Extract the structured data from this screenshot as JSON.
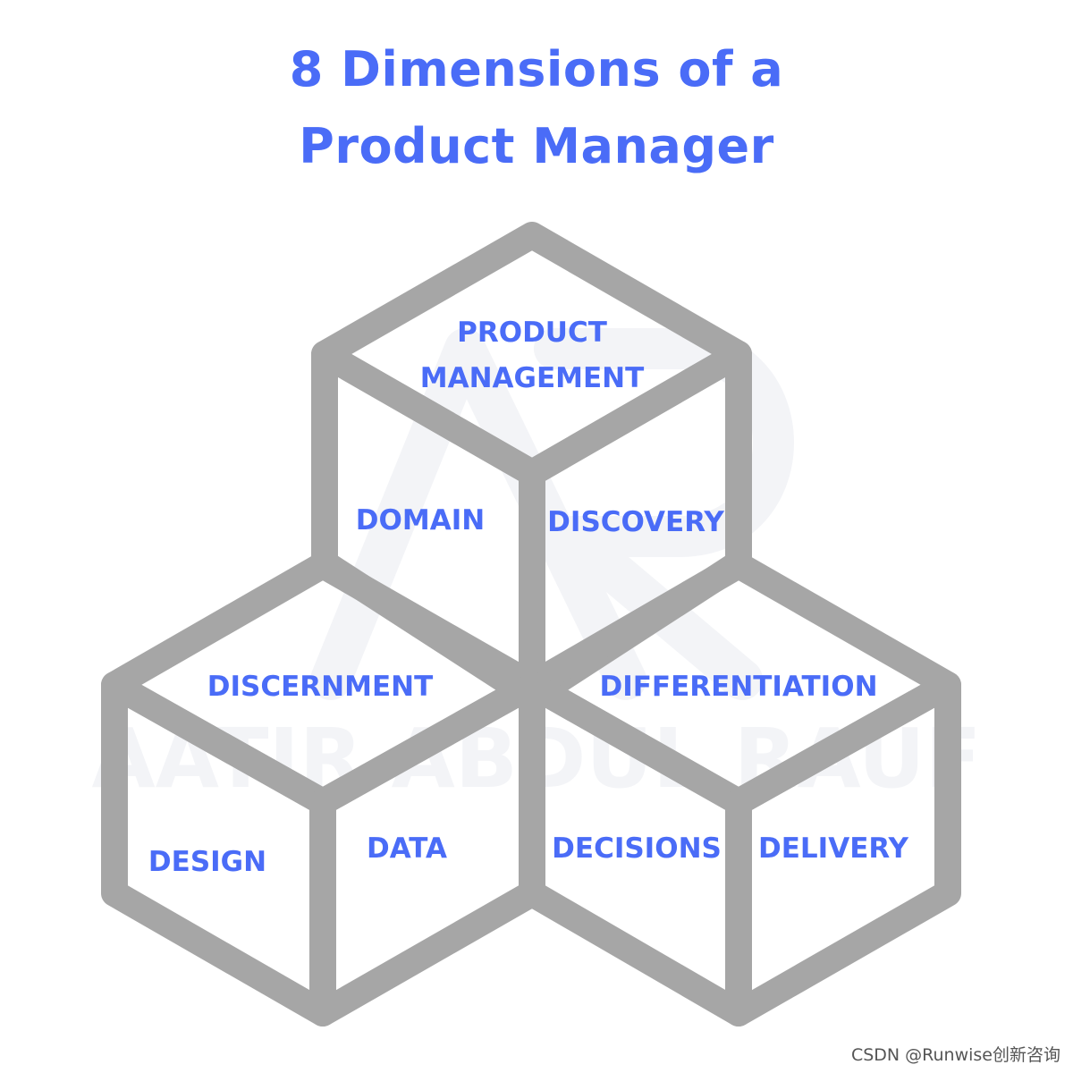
{
  "title": {
    "line1": "8 Dimensions of a",
    "line2": "Product Manager"
  },
  "watermark": {
    "text": "AATIR ABDUL RAUF"
  },
  "faces": {
    "product_management_line1": "PRODUCT",
    "product_management_line2": "MANAGEMENT",
    "domain": "DOMAIN",
    "discovery": "DISCOVERY",
    "discernment": "DISCERNMENT",
    "differentiation": "DIFFERENTIATION",
    "design": "DESIGN",
    "data": "DATA",
    "decisions": "DECISIONS",
    "delivery": "DELIVERY"
  },
  "credit": "CSDN @Runwise创新咨询",
  "colors": {
    "accent": "#4a6cf7",
    "outline": "#a6a6a6"
  }
}
